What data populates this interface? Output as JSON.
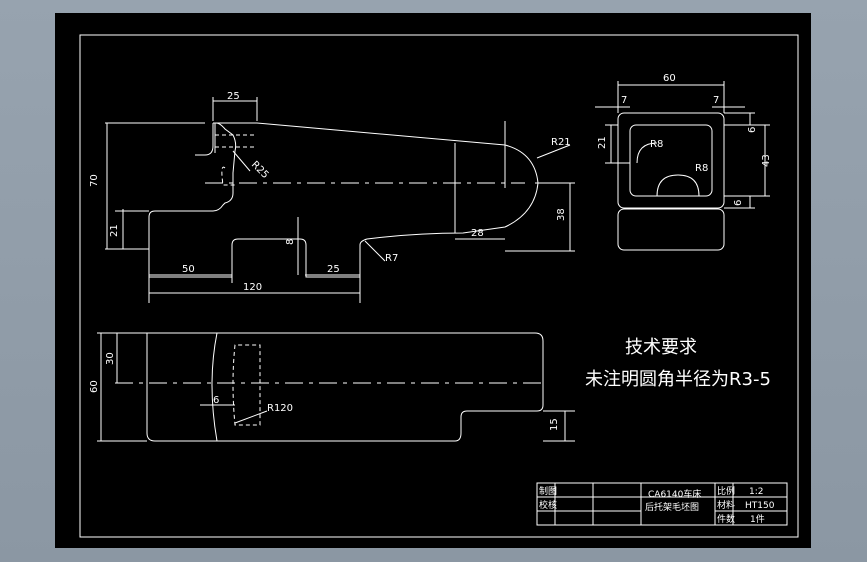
{
  "drawing": {
    "front_view": {
      "dims": {
        "d25_top": "25",
        "d70": "70",
        "d21": "21",
        "d8": "8",
        "d28": "28",
        "d38": "38",
        "d50": "50",
        "d25_bottom": "25",
        "d120": "120",
        "r21": "R21",
        "r25": "R25",
        "r7": "R7"
      }
    },
    "side_view": {
      "dims": {
        "d60": "60",
        "d7_left": "7",
        "d7_right": "7",
        "d21": "21",
        "d6_top": "6",
        "d43": "43",
        "d6_bottom": "6",
        "r8_top": "R8",
        "r8_bottom": "R8"
      }
    },
    "top_view": {
      "dims": {
        "d30": "30",
        "d60": "60",
        "d6": "6",
        "r120": "R120",
        "d15": "15"
      }
    },
    "notes": {
      "title": "技术要求",
      "line1": "未注明圆角半径为R3-5"
    },
    "title_block": {
      "drawn_label": "制图",
      "checked_label": "校核",
      "part_name_line1": "CA6140车床",
      "part_name_line2": "后托架毛坯图",
      "scale_label": "比例",
      "scale_value": "1:2",
      "material_label": "材料",
      "material_value": "HT150",
      "quantity_label": "件数",
      "quantity_value": "1件"
    }
  }
}
